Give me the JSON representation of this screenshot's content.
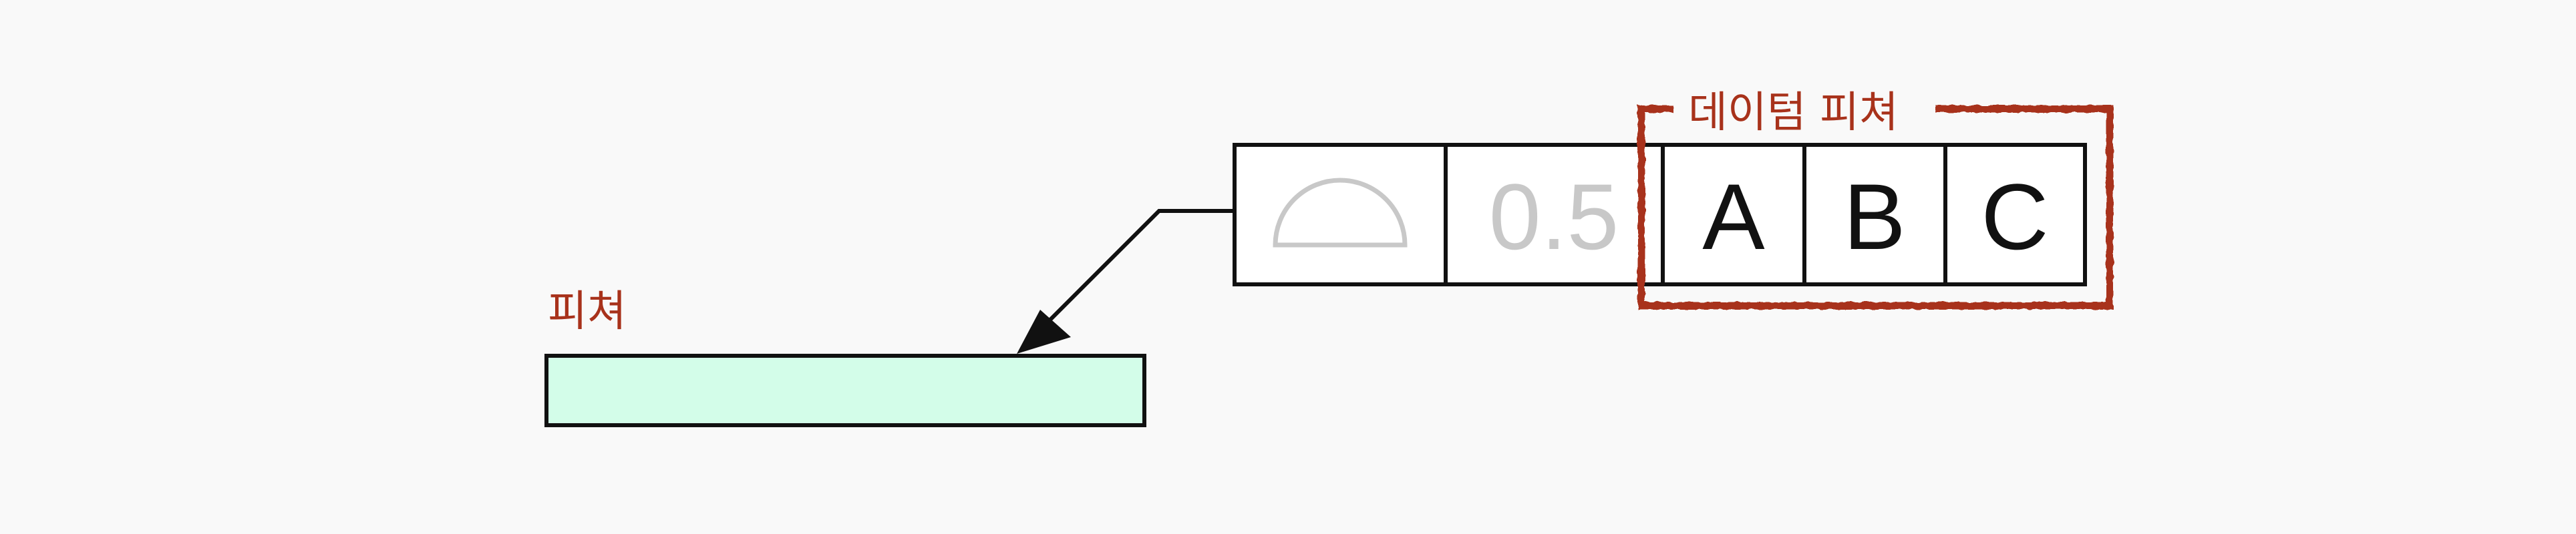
{
  "frame": {
    "symbol": "profile-of-a-surface-icon",
    "tolerance": "0.5",
    "datums": [
      "A",
      "B",
      "C"
    ]
  },
  "labels": {
    "feature": "피쳐",
    "datum_feature": "데이텀 피쳐"
  },
  "colors": {
    "background": "#f9f9f9",
    "outline": "#111111",
    "inactive": "#c8c8c8",
    "highlight": "#a8321b",
    "feature_fill": "#d3fde9"
  }
}
